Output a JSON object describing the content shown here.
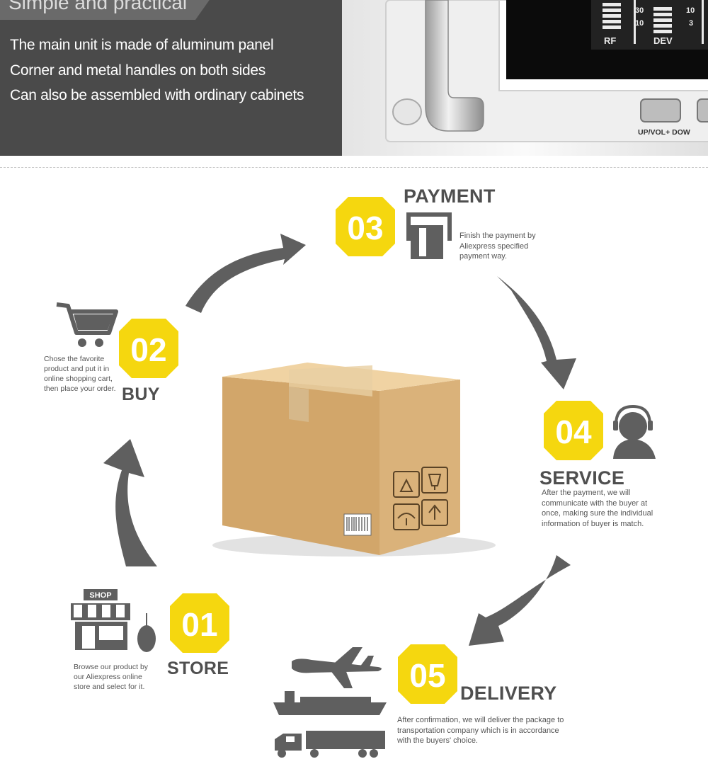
{
  "banner": {
    "tag": "Simple and practical",
    "features": [
      "The main unit is made of aluminum panel",
      "Corner and metal handles on both sides",
      "Can also be assembled with ordinary cabinets"
    ],
    "device": {
      "meters": [
        {
          "values": [
            "30",
            "10"
          ],
          "label": "RF"
        },
        {
          "values": [
            "10",
            "3"
          ],
          "label": "DEV"
        }
      ],
      "button_label": "UP/VOL+ DOW"
    }
  },
  "steps": [
    {
      "number": "01",
      "title": "STORE",
      "description": "Browse our product by our Aliexpress online store and select for it.",
      "icon": "shop-icon",
      "sign": "SHOP"
    },
    {
      "number": "02",
      "title": "BUY",
      "description": "Chose the favorite product and put it in online shopping cart, then place your order.",
      "icon": "shopping-cart-icon"
    },
    {
      "number": "03",
      "title": "PAYMENT",
      "description": "Finish the payment by Aliexpress specified payment way.",
      "icon": "card-slot-icon"
    },
    {
      "number": "04",
      "title": "SERVICE",
      "description": "After the payment, we will communicate with the buyer at once, making sure the individual information of buyer is match.",
      "icon": "headset-agent-icon"
    },
    {
      "number": "05",
      "title": "DELIVERY",
      "description": "After confirmation, we will deliver the package to transportation company which is in accordance with the buyers' choice.",
      "icon": "transport-icons"
    }
  ],
  "colors": {
    "badge": "#f5d70f",
    "arrow": "#5f5f5f",
    "banner_dark": "#4a4a4a",
    "box": "#d9b27a"
  }
}
